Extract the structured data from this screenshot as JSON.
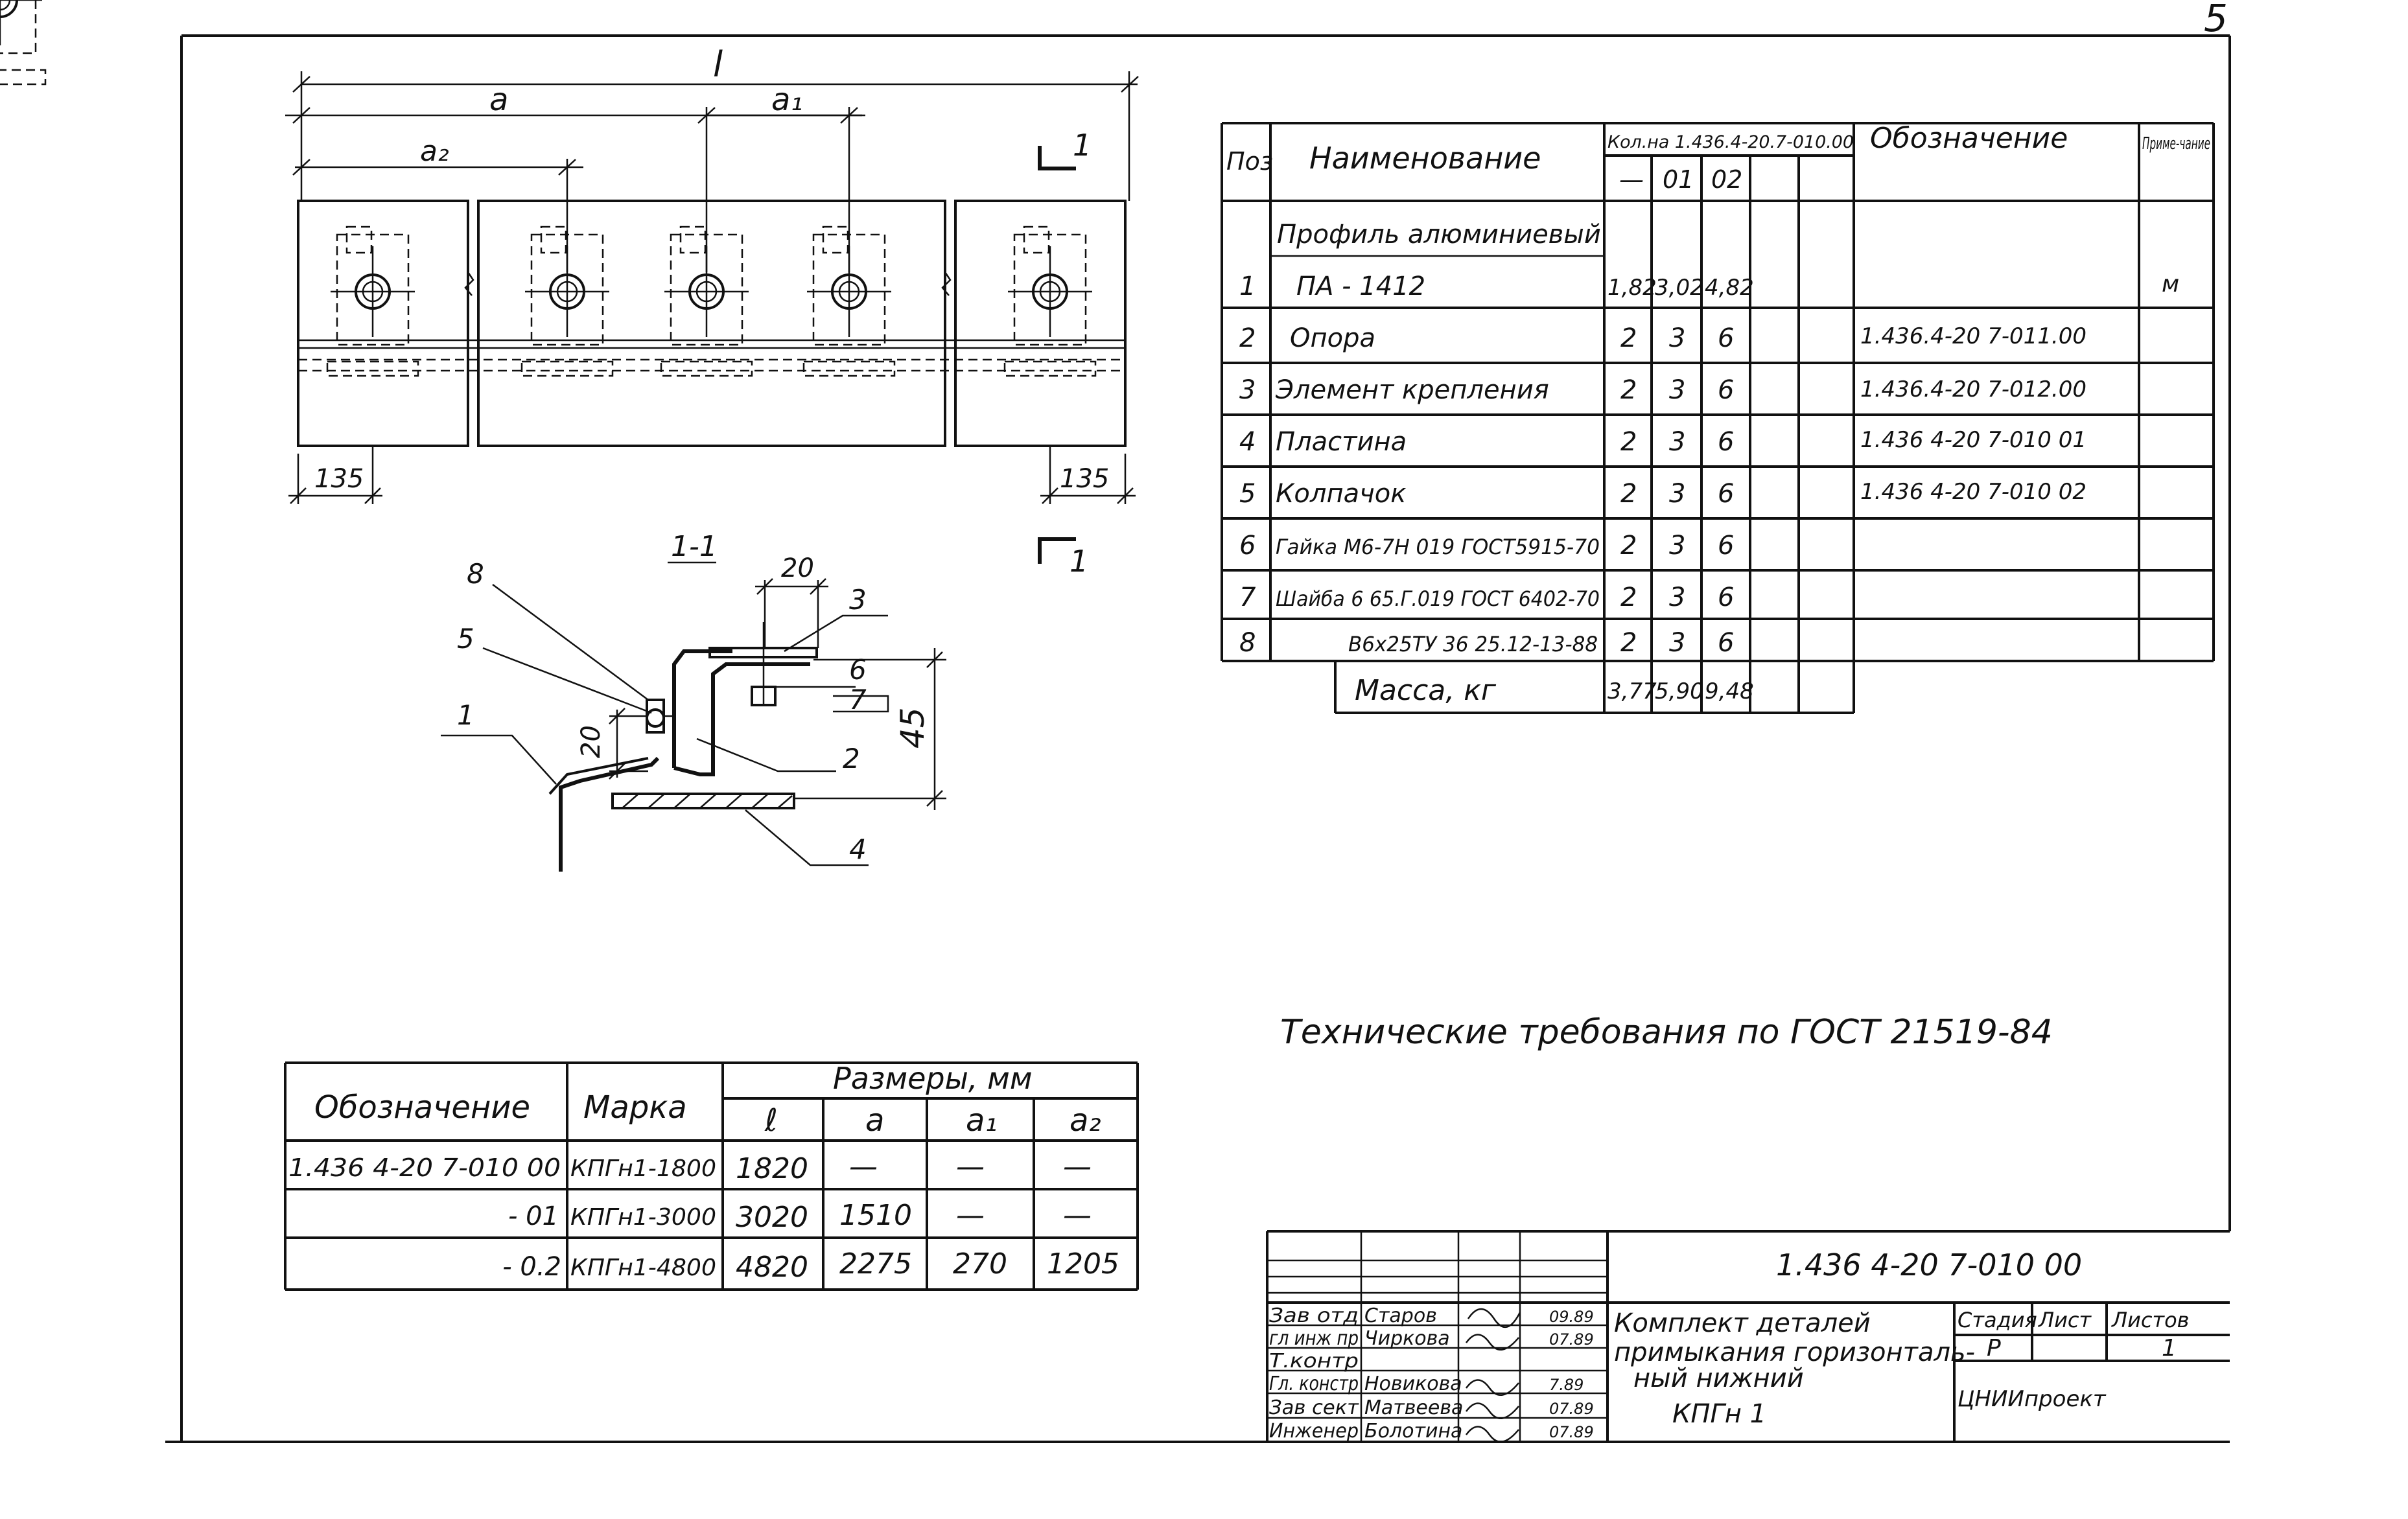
{
  "sheet_number": "5",
  "plan": {
    "dims": {
      "l": "l",
      "a": "a",
      "a1": "a₁",
      "a2": "a₂",
      "edge_left": "135",
      "edge_right": "135"
    },
    "section_mark": "1"
  },
  "section": {
    "title": "1-1",
    "dims": {
      "d20_top": "20",
      "d20_side": "20",
      "d45": "45"
    },
    "callouts": [
      "8",
      "5",
      "1",
      "3",
      "6",
      "7",
      "2",
      "4"
    ]
  },
  "spec_table": {
    "headers": {
      "pos": "Поз",
      "name": "Наименование",
      "qty_group": "Кол.на 1.436.4-20.7-010.00",
      "qty_cols": [
        "—",
        "01",
        "02"
      ],
      "designation": "Обозначение",
      "note": "Приме-чание"
    },
    "rows": [
      {
        "pos": "",
        "name": "Профиль алюминиевый",
        "q0": "",
        "q1": "",
        "q2": "",
        "designation": "",
        "note": ""
      },
      {
        "pos": "1",
        "name": "ПА - 1412",
        "q0": "1,82",
        "q1": "3,02",
        "q2": "4,82",
        "designation": "",
        "note": "м"
      },
      {
        "pos": "2",
        "name": "Опора",
        "q0": "2",
        "q1": "3",
        "q2": "6",
        "designation": "1.436.4-20 7-011.00",
        "note": ""
      },
      {
        "pos": "3",
        "name": "Элемент крепления",
        "q0": "2",
        "q1": "3",
        "q2": "6",
        "designation": "1.436.4-20 7-012.00",
        "note": ""
      },
      {
        "pos": "4",
        "name": "Пластина",
        "q0": "2",
        "q1": "3",
        "q2": "6",
        "designation": "1.436 4-20 7-010 01",
        "note": ""
      },
      {
        "pos": "5",
        "name": "Колпачок",
        "q0": "2",
        "q1": "3",
        "q2": "6",
        "designation": "1.436 4-20 7-010 02",
        "note": ""
      },
      {
        "pos": "6",
        "name": "Гайка М6-7Н 019 ГОСТ5915-70",
        "q0": "2",
        "q1": "3",
        "q2": "6",
        "designation": "",
        "note": ""
      },
      {
        "pos": "7",
        "name": "Шайба 6 65.Г.019 ГОСТ 6402-70",
        "q0": "2",
        "q1": "3",
        "q2": "6",
        "designation": "",
        "note": ""
      },
      {
        "pos": "8",
        "name": "В6х25ТУ 36 25.12-13-88",
        "q0": "2",
        "q1": "3",
        "q2": "6",
        "designation": "",
        "note": ""
      }
    ],
    "mass": {
      "label": "Масса, кг",
      "q0": "3,77",
      "q1": "5,90",
      "q2": "9,48"
    }
  },
  "tech_requirements": "Технические требования по ГОСТ 21519-84",
  "size_table": {
    "headers": {
      "designation": "Обозначение",
      "mark": "Марка",
      "group": "Размеры, мм",
      "cols": [
        "ℓ",
        "a",
        "a₁",
        "a₂"
      ]
    },
    "rows": [
      {
        "designation": "1.436 4-20 7-010 00",
        "mark": "КПГн1-1800",
        "l": "1820",
        "a": "—",
        "a1": "—",
        "a2": "—"
      },
      {
        "designation": "- 01",
        "mark": "КПГн1-3000",
        "l": "3020",
        "a": "1510",
        "a1": "—",
        "a2": "—"
      },
      {
        "designation": "- 0.2",
        "mark": "КПГн1-4800",
        "l": "4820",
        "a": "2275",
        "a1": "270",
        "a2": "1205"
      }
    ]
  },
  "title_block": {
    "doc_number": "1.436 4-20 7-010 00",
    "people": [
      {
        "role": "Зав отд",
        "name": "Старов",
        "date": "09.89"
      },
      {
        "role": "гл инж пр",
        "name": "Чиркова",
        "date": "07.89"
      },
      {
        "role": "Т.контр",
        "name": "",
        "date": ""
      },
      {
        "role": "Гл. констр",
        "name": "Новикова",
        "date": "7.89"
      },
      {
        "role": "Зав сект",
        "name": "Матвеева",
        "date": "07.89"
      },
      {
        "role": "Инженер",
        "name": "Болотина",
        "date": "07.89"
      }
    ],
    "name_lines": [
      "Комплект деталей",
      "примыкания горизонталь-",
      "ный нижний",
      "КПГн 1"
    ],
    "stage_labels": [
      "Стадия",
      "Лист",
      "Листов"
    ],
    "stage_values": [
      "Р",
      "",
      "1"
    ],
    "org": "ЦНИИпроект"
  }
}
